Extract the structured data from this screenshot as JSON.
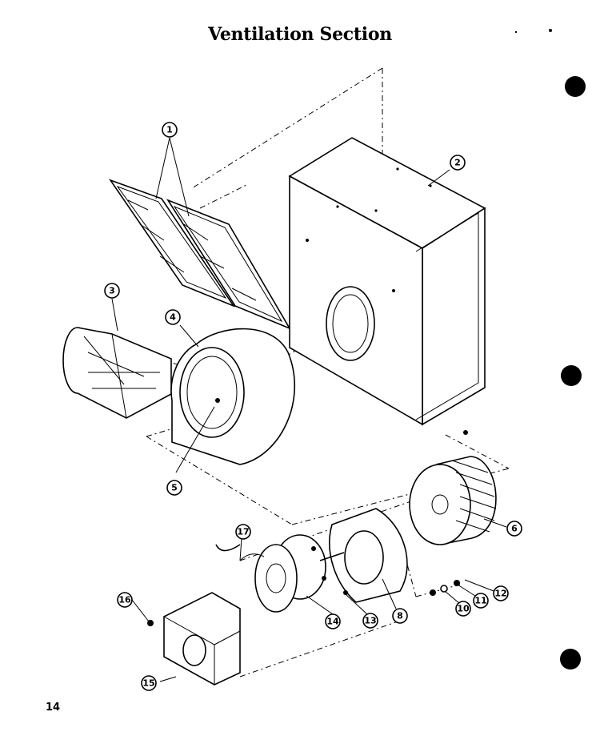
{
  "page": {
    "title": "Ventilation Section",
    "page_number": "14"
  },
  "callouts": [
    {
      "id": "callout-1",
      "label": "1"
    },
    {
      "id": "callout-2",
      "label": "2"
    },
    {
      "id": "callout-3",
      "label": "3"
    },
    {
      "id": "callout-4",
      "label": "4"
    },
    {
      "id": "callout-5",
      "label": "5"
    },
    {
      "id": "callout-6",
      "label": "6"
    },
    {
      "id": "callout-8",
      "label": "8"
    },
    {
      "id": "callout-10",
      "label": "10"
    },
    {
      "id": "callout-11",
      "label": "11"
    },
    {
      "id": "callout-12",
      "label": "12"
    },
    {
      "id": "callout-13",
      "label": "13"
    },
    {
      "id": "callout-14",
      "label": "14"
    },
    {
      "id": "callout-15",
      "label": "15"
    },
    {
      "id": "callout-16",
      "label": "16"
    },
    {
      "id": "callout-17",
      "label": "17"
    }
  ]
}
